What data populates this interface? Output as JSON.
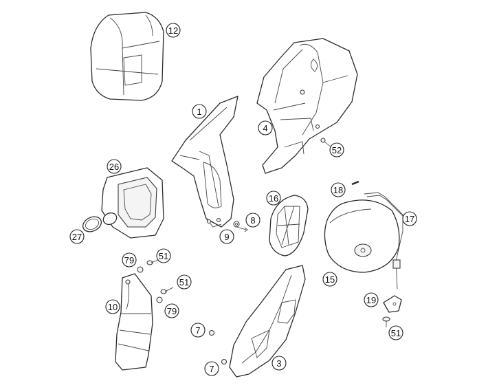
{
  "diagram": {
    "callouts": [
      {
        "id": "c12",
        "label": "12"
      },
      {
        "id": "c1",
        "label": "1"
      },
      {
        "id": "c4",
        "label": "4"
      },
      {
        "id": "c52",
        "label": "52"
      },
      {
        "id": "c26",
        "label": "26"
      },
      {
        "id": "c16",
        "label": "16"
      },
      {
        "id": "c18",
        "label": "18"
      },
      {
        "id": "c17",
        "label": "17"
      },
      {
        "id": "c8",
        "label": "8"
      },
      {
        "id": "c9",
        "label": "9"
      },
      {
        "id": "c27",
        "label": "27"
      },
      {
        "id": "c79a",
        "label": "79"
      },
      {
        "id": "c51a",
        "label": "51"
      },
      {
        "id": "c51b",
        "label": "51"
      },
      {
        "id": "c79b",
        "label": "79"
      },
      {
        "id": "c10",
        "label": "10"
      },
      {
        "id": "c15",
        "label": "15"
      },
      {
        "id": "c19",
        "label": "19"
      },
      {
        "id": "c7a",
        "label": "7"
      },
      {
        "id": "c51c",
        "label": "51"
      },
      {
        "id": "c7b",
        "label": "7"
      },
      {
        "id": "c3",
        "label": "3"
      }
    ]
  }
}
